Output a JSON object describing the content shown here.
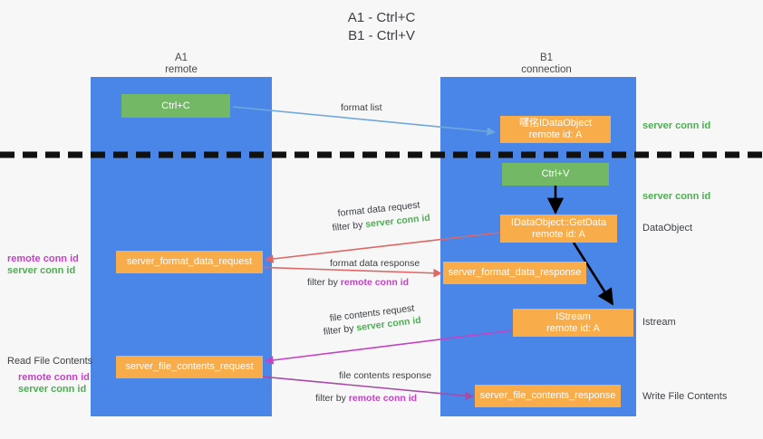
{
  "title": {
    "line1": "A1 - Ctrl+C",
    "line2": "B1 - Ctrl+V"
  },
  "lanes": [
    {
      "name": "A1",
      "sub": "remote"
    },
    {
      "name": "B1",
      "sub": "connection"
    }
  ],
  "boxes": {
    "ctrl_c": {
      "label": "Ctrl+C",
      "color": "#72b865"
    },
    "ctrl_v": {
      "label": "Ctrl+V",
      "color": "#72b865"
    },
    "idataobject": {
      "line1": "嚺佲IDataObject",
      "line2": "remote id: A",
      "color": "#f9ac4a"
    },
    "getdata": {
      "line1": "IDataObject::GetData",
      "line2": "remote id: A",
      "color": "#f9ac4a"
    },
    "istream": {
      "line1": "IStream",
      "line2": "remote id: A",
      "color": "#f9ac4a"
    },
    "server_format_data_request": {
      "label": "server_format_data_request",
      "color": "#f9ac4a"
    },
    "server_format_data_response": {
      "label": "server_format_data_response",
      "color": "#f9ac4a"
    },
    "server_file_contents_request": {
      "label": "server_file_contents_request",
      "color": "#f9ac4a"
    },
    "server_file_contents_response": {
      "label": "server_file_contents_response",
      "color": "#f9ac4a"
    }
  },
  "edges": {
    "format_list": "format list",
    "format_data_request": "format data request",
    "format_data_request_filter_prefix": "filter by ",
    "format_data_request_filter_value": "server conn id",
    "format_data_response": "format data response",
    "format_data_response_filter_prefix": "filter by ",
    "format_data_response_filter_value": "remote conn id",
    "file_contents_request": "file contents request",
    "file_contents_request_filter_prefix": "filter by ",
    "file_contents_request_filter_value": "server conn id",
    "file_contents_response": "file contents response",
    "file_contents_response_filter_prefix": "filter by ",
    "file_contents_response_filter_value": "remote conn id"
  },
  "annotations": {
    "right_server_conn_id_top": "server conn id",
    "right_server_conn_id_mid": "server conn id",
    "right_dataobject": "DataObject",
    "right_istream": "Istream",
    "right_write_file_contents": "Write File Contents",
    "left_remote_conn_id_1": "remote conn id",
    "left_server_conn_id_1": "server conn id",
    "left_read_file_contents": "Read File Contents",
    "left_remote_conn_id_2": "remote conn id",
    "left_server_conn_id_2": "server conn id"
  },
  "colors": {
    "lane": "#4a86e8",
    "green": "#4fad54",
    "magenta": "#c542c5",
    "orange": "#f9ac4a",
    "arrow_blue": "#6fa8dc",
    "arrow_red": "#e06666",
    "arrow_magenta": "#c542c5",
    "arrow_purple": "#a64ca6",
    "arrow_black": "#000000",
    "divider": "#111111",
    "background": "#f7f7f7"
  }
}
